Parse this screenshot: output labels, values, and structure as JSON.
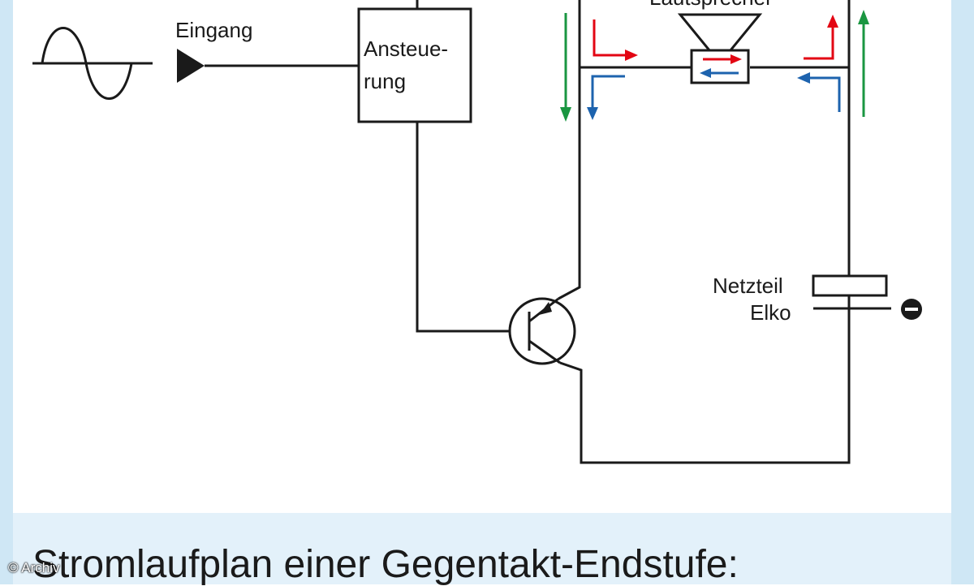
{
  "labels": {
    "input": "Eingang",
    "driver_line1": "Ansteue-",
    "driver_line2": "rung",
    "speaker_partial": "Lautsprecher",
    "psu_line1": "Netzteil",
    "psu_line2": "Elko"
  },
  "caption": "Stromlaufplan einer Gegentakt-Endstufe:",
  "credit": "© Archiv",
  "colors": {
    "line": "#1a1a1a",
    "red_arrow": "#e30613",
    "blue_arrow": "#1d63ae",
    "green_arrow": "#1a9641",
    "band": "#e3f1fa",
    "frame": "#cfe7f5"
  },
  "icons": [
    "sine-wave-icon",
    "input-arrow-icon",
    "speaker-icon",
    "transistor-icon",
    "capacitor-icon",
    "minus-terminal-icon"
  ]
}
